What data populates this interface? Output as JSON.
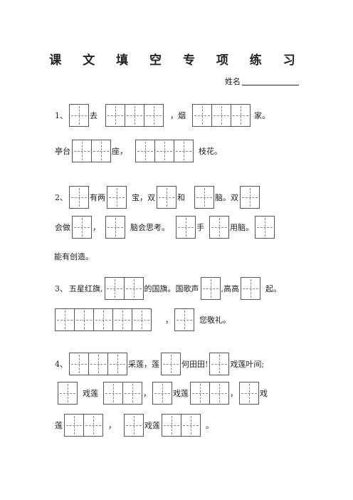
{
  "title": "课 文 填 空 专 项 练 习",
  "name_label": "姓名",
  "q1": {
    "num": "1、",
    "t1": "去",
    "t2": "，烟",
    "t3": "家。",
    "t4": "亭台",
    "t5": "座，",
    "t6": "枝花。"
  },
  "q2": {
    "num": "2、",
    "t1": "有两",
    "t2": "宝，双",
    "t3": "和",
    "t4": "脑。双",
    "t5": "会做",
    "t6": "，",
    "t7": "脑会思考。",
    "t8": "手",
    "t9": "用脑。",
    "t10": "能有创造。"
  },
  "q3": {
    "num": "3、",
    "t1": "五星红旗,",
    "t2": "的国旗。国歌声",
    "t3": ",高高",
    "t4": "起。",
    "t5": "，",
    "t6": "您敬礼。"
  },
  "q4": {
    "num": "4、",
    "t1": "采莲，莲",
    "t2": "何田田!",
    "t3": "戏莲叶间;",
    "t4": "戏莲",
    "t5": "，",
    "t6": "戏莲",
    "t7": "，",
    "t8": "戏",
    "t9": "莲",
    "t10": "，",
    "t11": "戏莲",
    "t12": "。"
  }
}
